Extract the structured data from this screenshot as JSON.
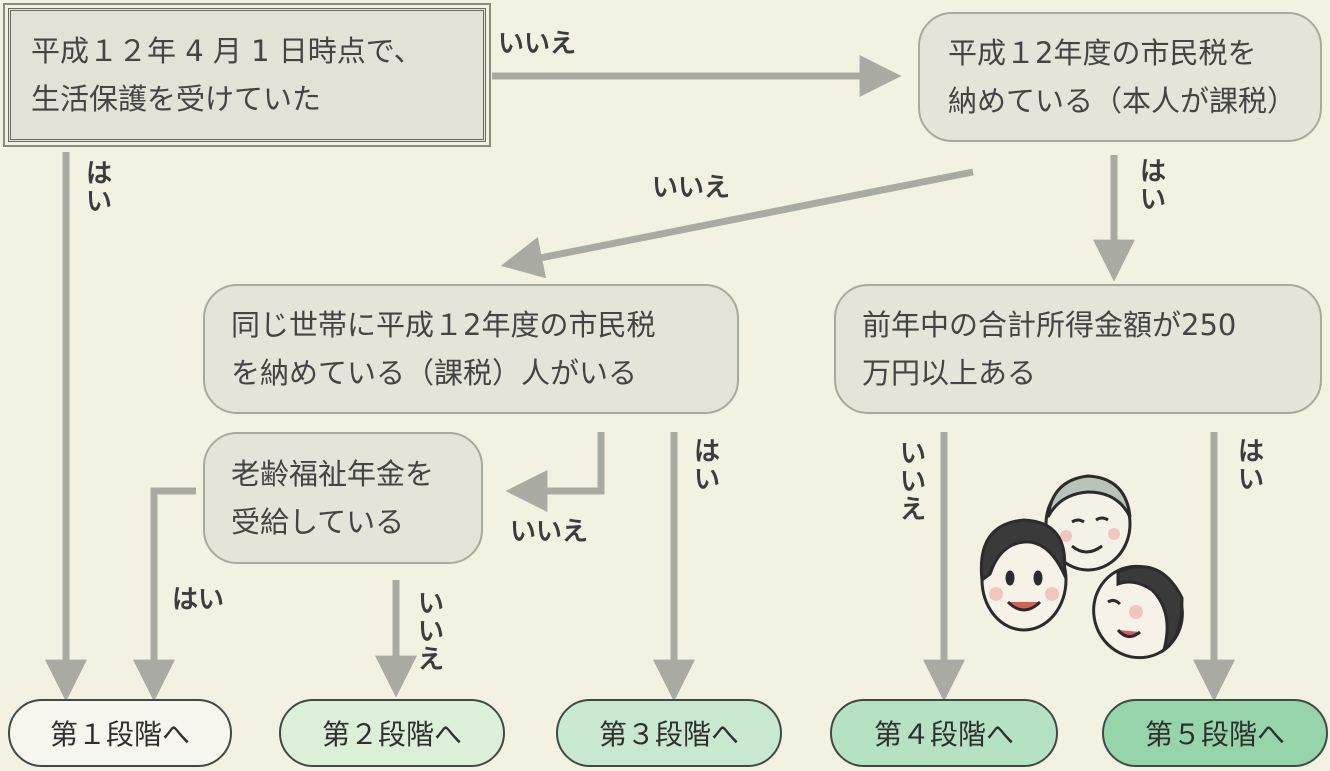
{
  "questions": {
    "q1": [
      "平成１２年 4 月 1 日時点で、",
      "生活保護を受けていた"
    ],
    "q2": [
      "平成１2年度の市民税を",
      "納めている（本人が課税）"
    ],
    "q3": [
      "同じ世帯に平成１2年度の市民税",
      "を納めている（課税）人がいる"
    ],
    "q4": [
      "前年中の合計所得金額が250",
      "万円以上ある"
    ],
    "q5": [
      "老齢福祉年金を",
      "受給している"
    ]
  },
  "answers": {
    "yes": "はい",
    "no": "いいえ"
  },
  "results": [
    "第１段階へ",
    "第２段階へ",
    "第３段階へ",
    "第４段階へ",
    "第５段階へ"
  ],
  "colors": {
    "background": "#f3f1e2",
    "arrow": "#a9aaa2",
    "box": "#e4e5d8",
    "result_shades": [
      "#f6f6ef",
      "#dcefd9",
      "#c8e8cf",
      "#b6e2c4",
      "#96d5aa"
    ]
  }
}
